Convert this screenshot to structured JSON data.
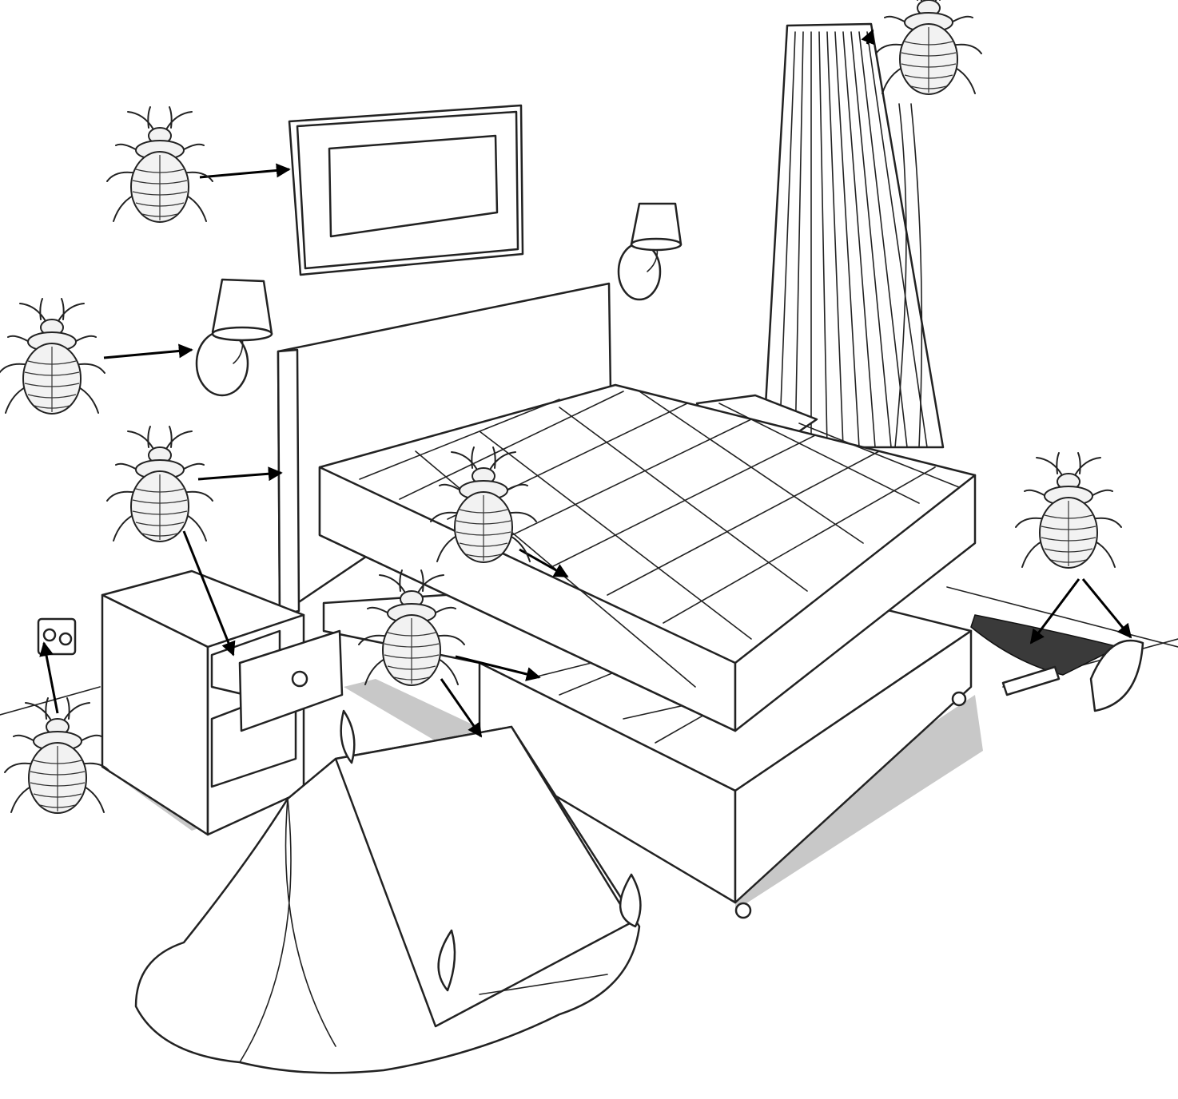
{
  "figure": {
    "description_visible_text": "",
    "icons": [
      "bed-bug-icon",
      "arrow-icon"
    ],
    "colors": {
      "line": "#222222",
      "shadow": "#c8c8c8",
      "background": "#ffffff"
    }
  },
  "hotspots": [
    {
      "id": "picture-frame",
      "icon": "bed-bug-icon"
    },
    {
      "id": "wall-lamp",
      "icon": "bed-bug-icon"
    },
    {
      "id": "headboard",
      "icon": "bed-bug-icon"
    },
    {
      "id": "nightstand-drawer",
      "icon": "bed-bug-icon"
    },
    {
      "id": "electrical-outlet",
      "icon": "bed-bug-icon"
    },
    {
      "id": "mattress-seam",
      "icon": "bed-bug-icon"
    },
    {
      "id": "box-spring",
      "icon": "bed-bug-icon"
    },
    {
      "id": "curtain",
      "icon": "bed-bug-icon"
    },
    {
      "id": "carpet-edge",
      "icon": "bed-bug-icon"
    }
  ]
}
